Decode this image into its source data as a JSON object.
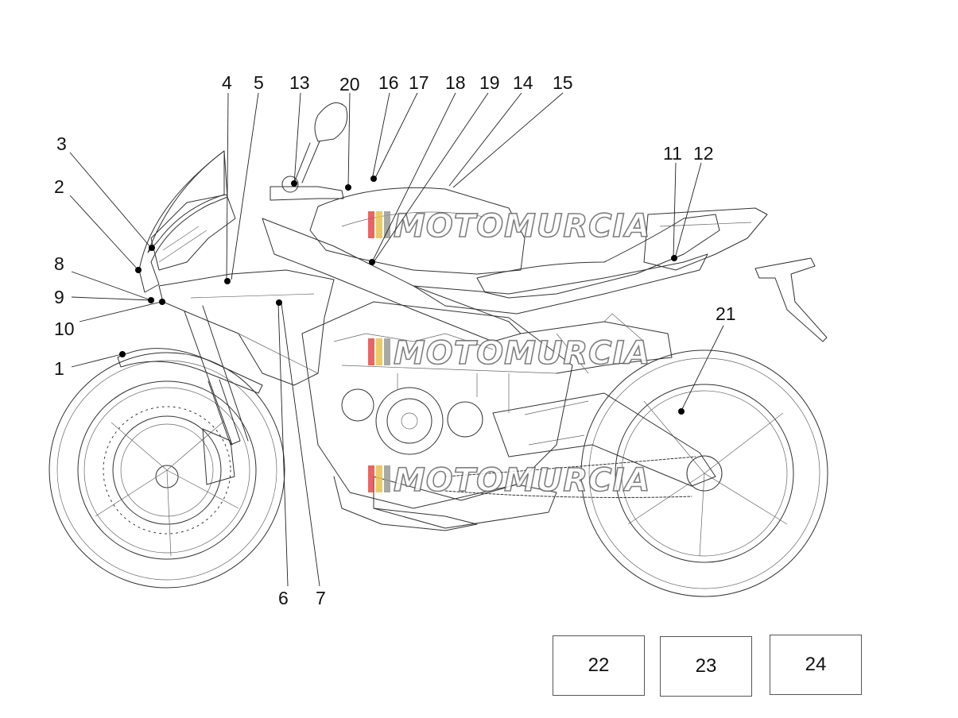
{
  "callouts": [
    "1",
    "2",
    "3",
    "4",
    "5",
    "6",
    "7",
    "8",
    "9",
    "10",
    "11",
    "12",
    "13",
    "14",
    "15",
    "16",
    "17",
    "18",
    "19",
    "20",
    "21"
  ],
  "watermark": "MOTOMURCIA",
  "watermark_stripe_colors": [
    "#e84a4a",
    "#e8c34a",
    "#9a9a9a"
  ],
  "boxes": [
    {
      "label": "22"
    },
    {
      "label": "23"
    },
    {
      "label": "24"
    }
  ]
}
